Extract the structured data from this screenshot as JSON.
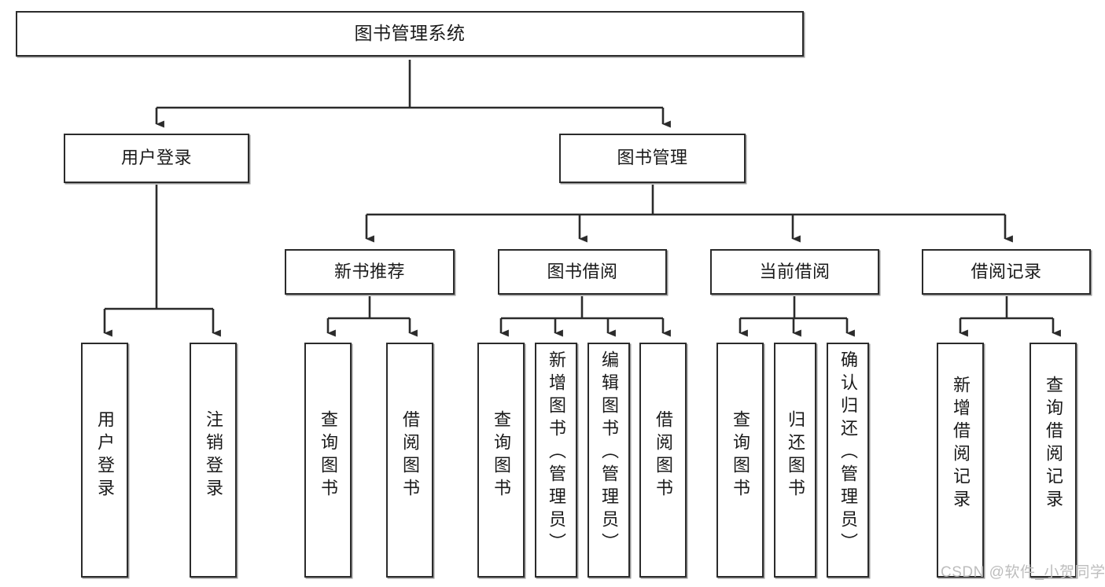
{
  "diagram": {
    "title": "图书管理系统",
    "type": "hierarchy-tree",
    "root": {
      "id": "root",
      "label": "图书管理系统"
    },
    "level2": [
      {
        "id": "user-login",
        "label": "用户登录"
      },
      {
        "id": "book-manage",
        "label": "图书管理"
      }
    ],
    "level3": [
      {
        "id": "new-book-recommend",
        "label": "新书推荐"
      },
      {
        "id": "book-borrow",
        "label": "图书借阅"
      },
      {
        "id": "current-borrow",
        "label": "当前借阅"
      },
      {
        "id": "borrow-record",
        "label": "借阅记录"
      }
    ],
    "leaves": [
      {
        "id": "leaf-user-login",
        "label": "用户登录",
        "parent": "user-login"
      },
      {
        "id": "leaf-logout-login",
        "label": "注销登录",
        "parent": "user-login"
      },
      {
        "id": "leaf-query-book-1",
        "label": "查询图书",
        "parent": "new-book-recommend"
      },
      {
        "id": "leaf-borrow-book-1",
        "label": "借阅图书",
        "parent": "new-book-recommend"
      },
      {
        "id": "leaf-query-book-2",
        "label": "查询图书",
        "parent": "book-borrow"
      },
      {
        "id": "leaf-add-book",
        "label": "新增图书（管理员）",
        "parent": "book-borrow"
      },
      {
        "id": "leaf-edit-book",
        "label": "编辑图书（管理员）",
        "parent": "book-borrow"
      },
      {
        "id": "leaf-borrow-book-2",
        "label": "借阅图书",
        "parent": "book-borrow"
      },
      {
        "id": "leaf-query-book-3",
        "label": "查询图书",
        "parent": "current-borrow"
      },
      {
        "id": "leaf-return-book",
        "label": "归还图书",
        "parent": "current-borrow"
      },
      {
        "id": "leaf-confirm-return",
        "label": "确认归还（管理员）",
        "parent": "current-borrow"
      },
      {
        "id": "leaf-add-record",
        "label": "新增借阅记录",
        "parent": "borrow-record"
      },
      {
        "id": "leaf-query-record",
        "label": "查询借阅记录",
        "parent": "borrow-record"
      }
    ],
    "colors": {
      "border": "#2b2b2b",
      "background": "#ffffff",
      "text": "#1a1a1a",
      "shadow": "#9a9a9a",
      "watermark": "#bdbdbd"
    }
  },
  "watermark": {
    "text": "CSDN @软件_小贺同学"
  }
}
